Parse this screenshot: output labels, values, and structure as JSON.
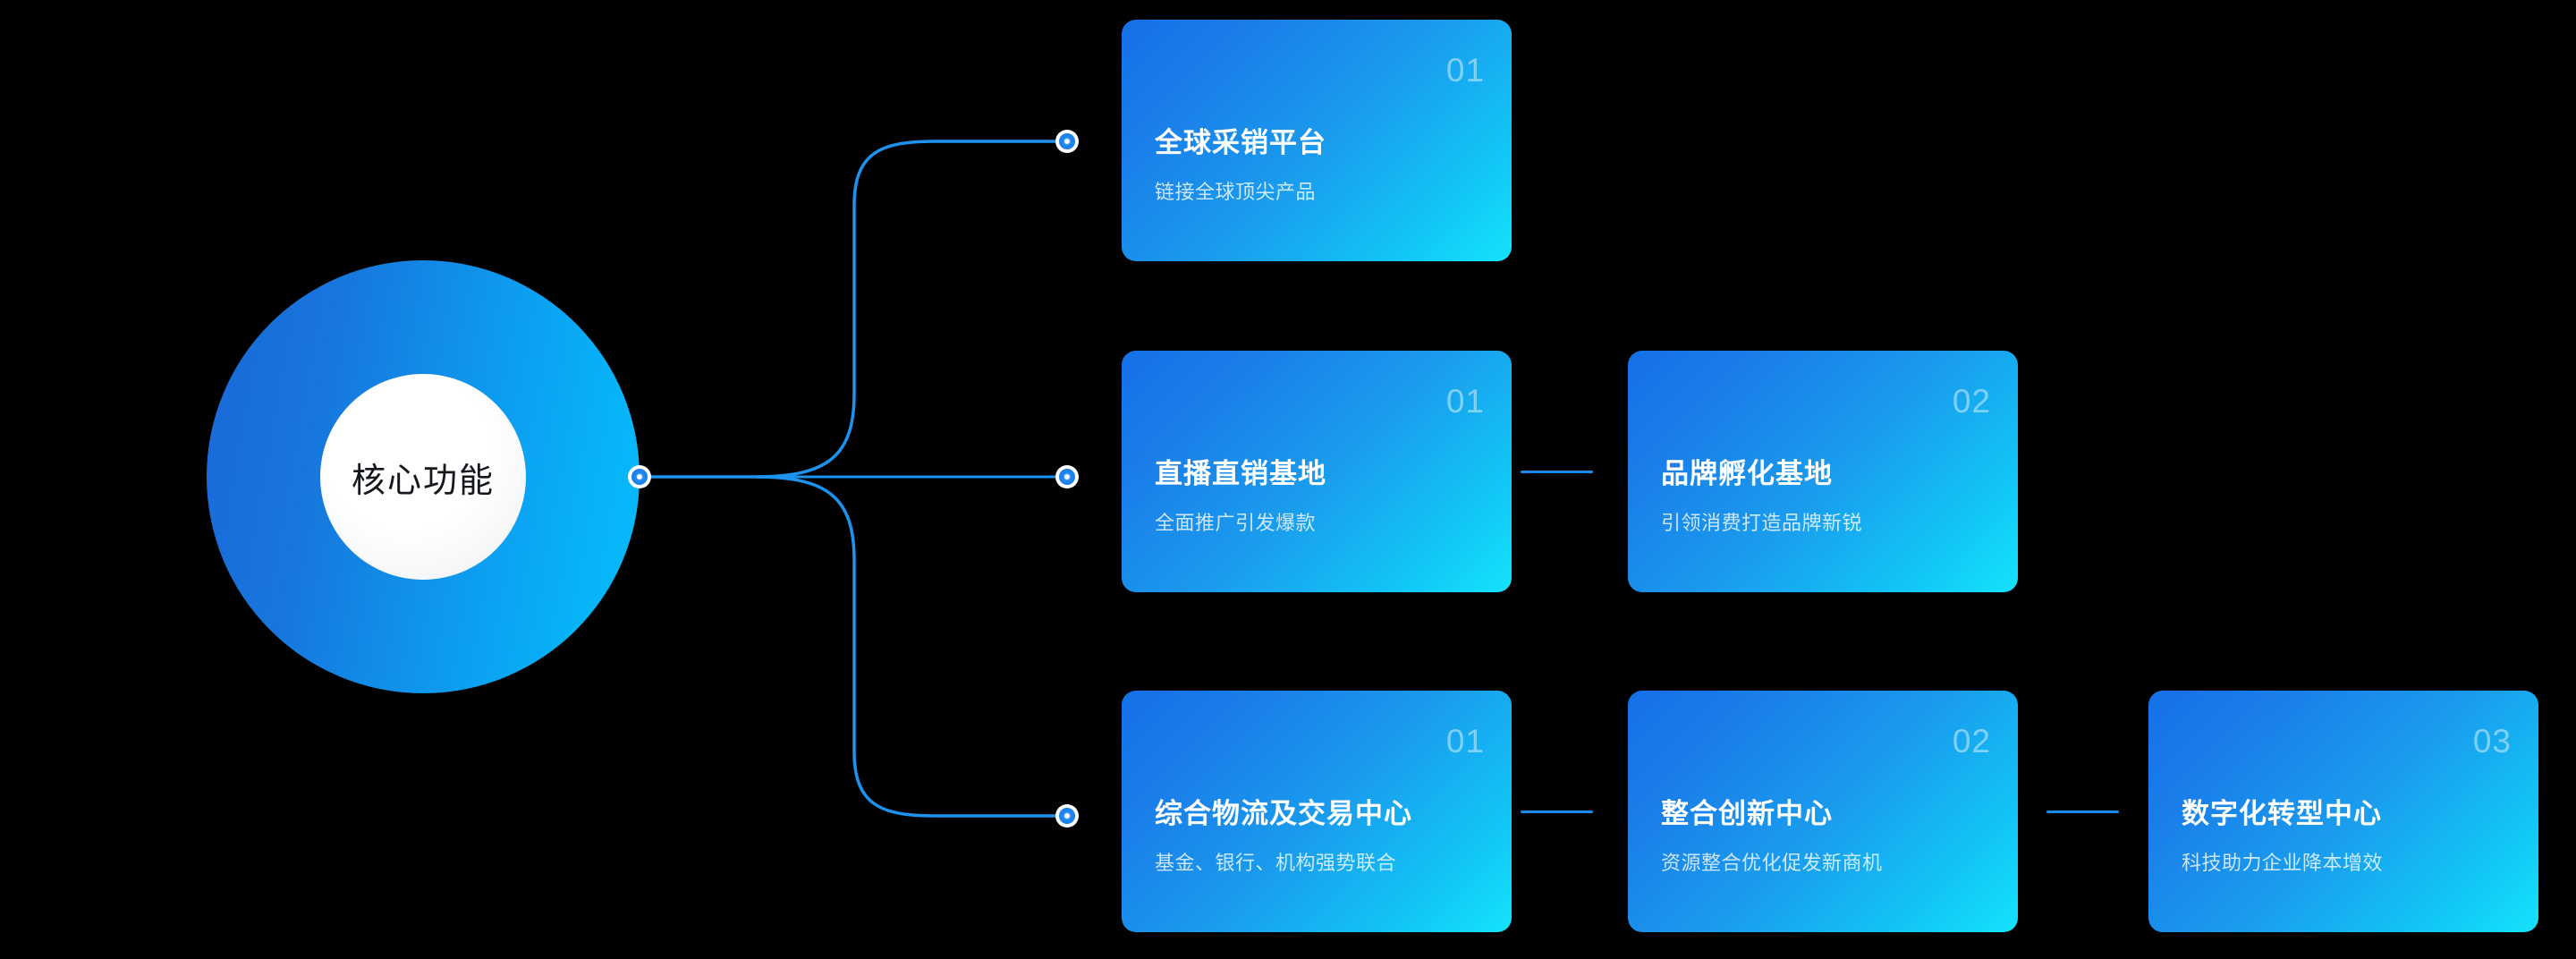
{
  "diagram": {
    "background_color": "#000000",
    "accent_color": "#1a9ced",
    "hub": {
      "label": "核心功能",
      "ring_gradient_from": "#1a68d8",
      "ring_gradient_to": "#06bdfb",
      "inner_fill": "#ffffff"
    },
    "branches": [
      {
        "id": "branch-1",
        "cards": [
          {
            "number": "01",
            "title": "全球采销平台",
            "subtitle": "链接全球顶尖产品"
          }
        ]
      },
      {
        "id": "branch-2",
        "cards": [
          {
            "number": "01",
            "title": "直播直销基地",
            "subtitle": "全面推广引发爆款"
          },
          {
            "number": "02",
            "title": "品牌孵化基地",
            "subtitle": "引领消费打造品牌新锐"
          }
        ]
      },
      {
        "id": "branch-3",
        "cards": [
          {
            "number": "01",
            "title": "综合物流及交易中心",
            "subtitle": "基金、银行、机构强势联合"
          },
          {
            "number": "02",
            "title": "整合创新中心",
            "subtitle": "资源整合优化促发新商机"
          },
          {
            "number": "03",
            "title": "数字化转型中心",
            "subtitle": "科技助力企业降本增效"
          }
        ]
      }
    ]
  }
}
